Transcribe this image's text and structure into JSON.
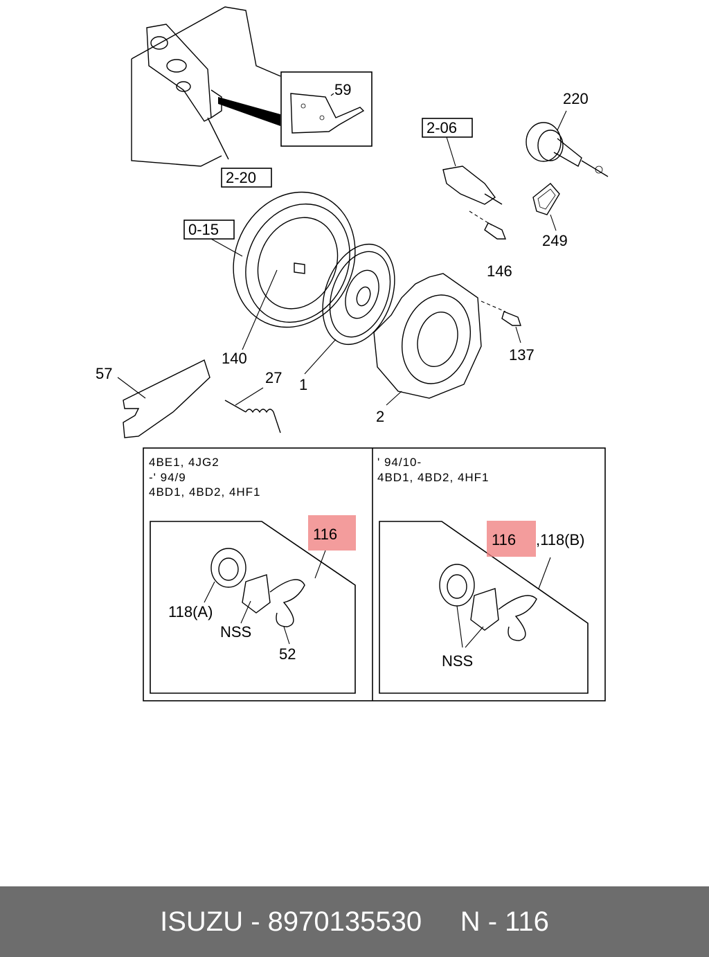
{
  "callouts": {
    "p59": "59",
    "p2_20": "2-20",
    "p2_06": "2-06",
    "p220": "220",
    "p249": "249",
    "p146": "146",
    "p0_15": "0-15",
    "p140": "140",
    "p1": "1",
    "p2": "2",
    "p137": "137",
    "p57": "57",
    "p27": "27"
  },
  "variant_a": {
    "line1": "4BE1, 4JG2",
    "line2": "-' 94/9",
    "line3": "4BD1, 4BD2, 4HF1",
    "part_116": "116",
    "part_118": "118(A)",
    "nss": "NSS",
    "part_52": "52"
  },
  "variant_b": {
    "line1": "' 94/10-",
    "line2": "4BD1, 4BD2, 4HF1",
    "part_116": "116",
    "part_118": ",118(B)",
    "nss": "NSS"
  },
  "footer": {
    "brand": "ISUZU",
    "part_number": "8970135530",
    "ref": "N - 116"
  },
  "colors": {
    "highlight": "#f08080",
    "footer_bg": "#6d6d6d",
    "footer_text": "#ffffff"
  }
}
